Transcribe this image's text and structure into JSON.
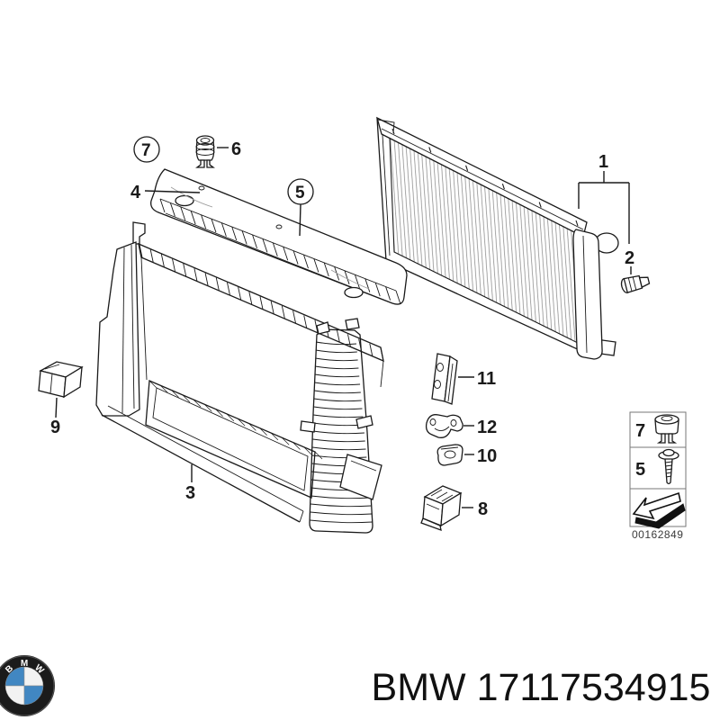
{
  "diagram": {
    "callouts": {
      "n1": "1",
      "n2": "2",
      "n3": "3",
      "n4": "4",
      "n5": "5",
      "n6": "6",
      "n7": "7",
      "n8": "8",
      "n9": "9",
      "n10": "10",
      "n11": "11",
      "n12": "12"
    },
    "legend": {
      "rows": [
        {
          "label": "7"
        },
        {
          "label": "5"
        }
      ],
      "image_number": "00162849"
    }
  },
  "footer": {
    "text": "BMW 17117534915",
    "logo": {
      "letters": [
        "B",
        "M",
        "W"
      ],
      "blue": "#4187c2",
      "ring": "#1b1b1b"
    }
  },
  "colors": {
    "line": "#1a1a1a",
    "hatch": "#8f8f8f",
    "background": "#ffffff"
  }
}
